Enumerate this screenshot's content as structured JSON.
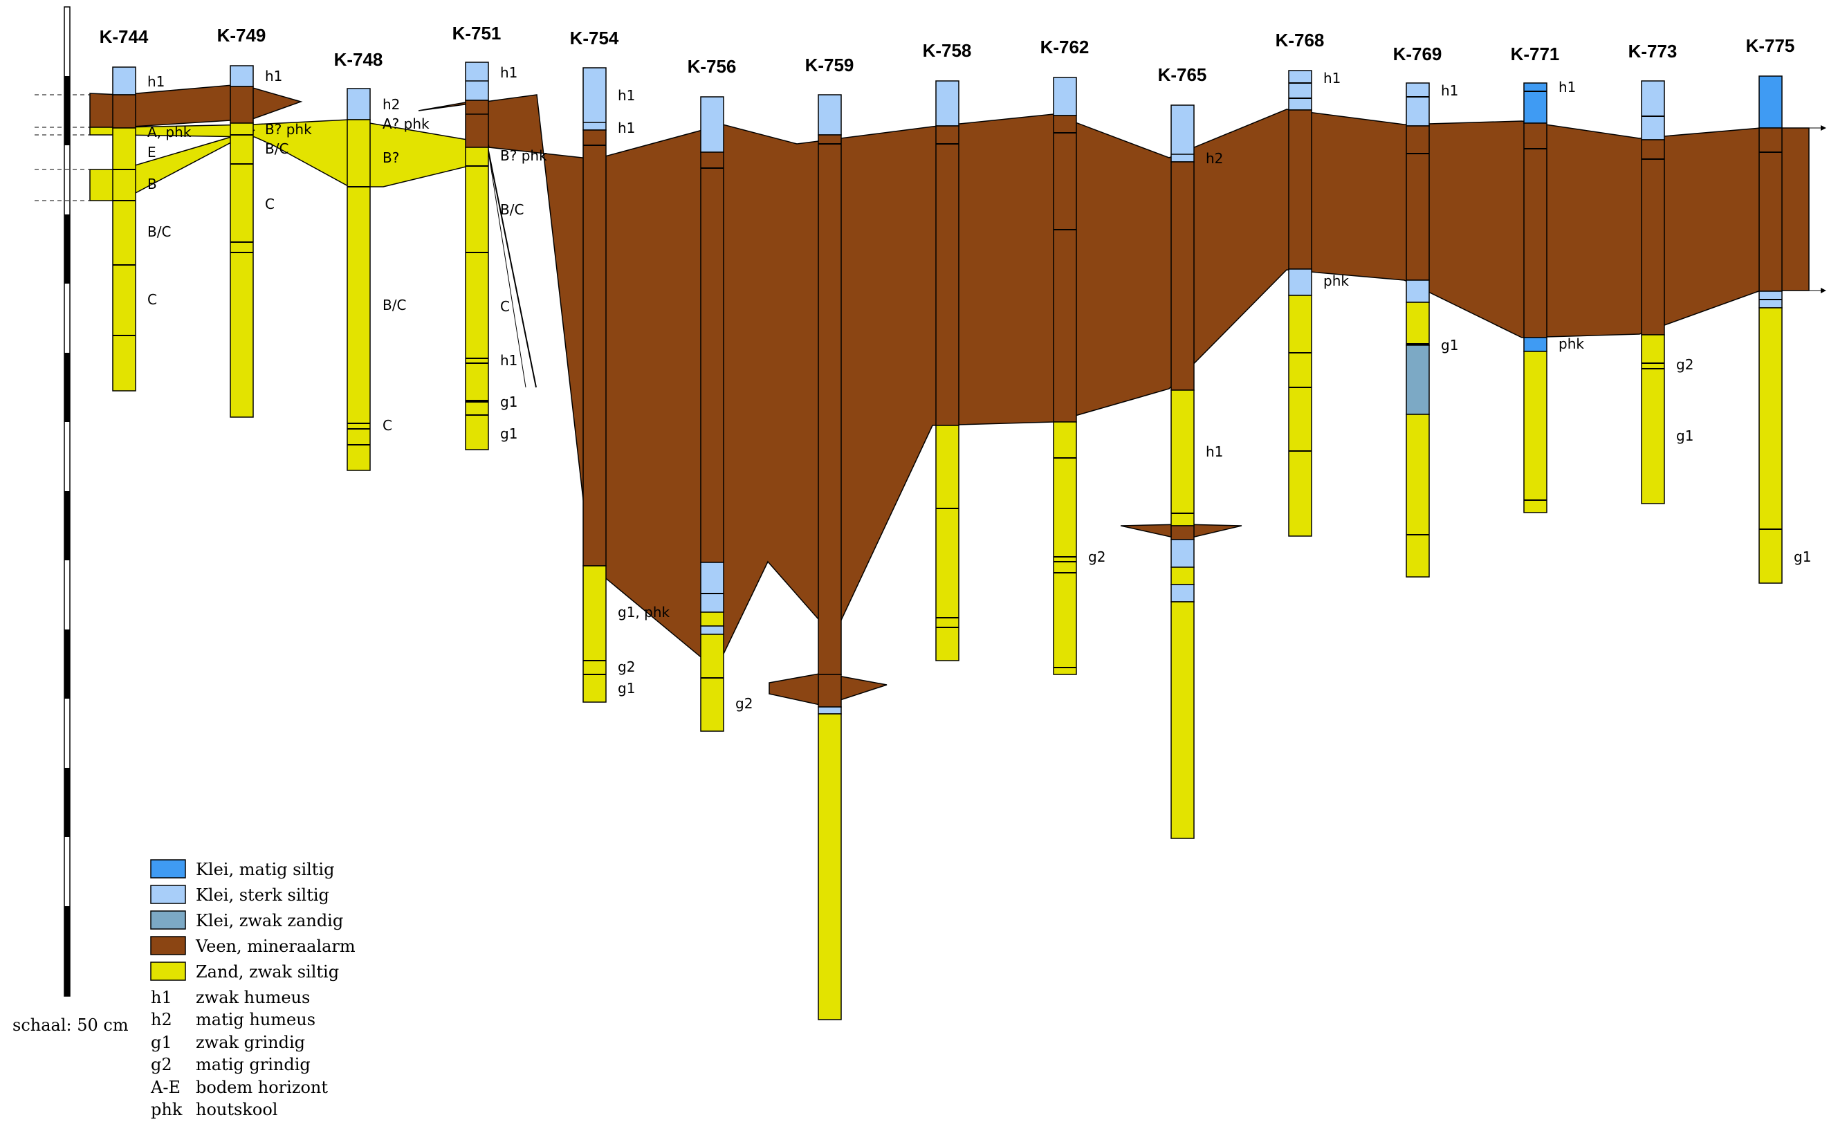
{
  "colors": {
    "klei_matig": "#3f9bf3",
    "klei_sterk": "#a8cef9",
    "klei_zwak": "#7ca9c5",
    "veen": "#8b4513",
    "zand": "#e3e300",
    "line": "#000000"
  },
  "boreholes": [
    {
      "name": "K-744"
    },
    {
      "name": "K-749"
    },
    {
      "name": "K-748"
    },
    {
      "name": "K-751"
    },
    {
      "name": "K-754"
    },
    {
      "name": "K-756"
    },
    {
      "name": "K-759"
    },
    {
      "name": "K-758"
    },
    {
      "name": "K-762"
    },
    {
      "name": "K-765"
    },
    {
      "name": "K-768"
    },
    {
      "name": "K-769"
    },
    {
      "name": "K-771"
    },
    {
      "name": "K-773"
    },
    {
      "name": "K-775"
    }
  ],
  "annotations": [
    "h1",
    "A, phk",
    "E",
    "B",
    "B/C",
    "C",
    "h1",
    "B? phk",
    "B/C",
    "C",
    "h2",
    "A? phk",
    "B?",
    "B/C",
    "C",
    "h1",
    "B? phk",
    "B/C",
    "C",
    "h1",
    "g1",
    "g1",
    "h1",
    "h1",
    "g1, phk",
    "g2",
    "g1",
    "g2",
    "g2",
    "h2",
    "h1",
    "h1",
    "phk",
    "h1",
    "g1",
    "h1",
    "phk",
    "g2",
    "g1",
    "g1"
  ],
  "scale": {
    "label": "schaal: 50 cm"
  },
  "legend": {
    "materials": [
      {
        "label": "Klei, matig siltig",
        "color": "#3f9bf3"
      },
      {
        "label": "Klei, sterk siltig",
        "color": "#a8cef9"
      },
      {
        "label": "Klei, zwak zandig",
        "color": "#7ca9c5"
      },
      {
        "label": "Veen, mineraalarm",
        "color": "#8b4513"
      },
      {
        "label": "Zand, zwak siltig",
        "color": "#e3e300"
      }
    ],
    "codes": [
      {
        "code": "h1",
        "desc": "zwak humeus"
      },
      {
        "code": "h2",
        "desc": "matig humeus"
      },
      {
        "code": "g1",
        "desc": "zwak grindig"
      },
      {
        "code": "g2",
        "desc": "matig grindig"
      },
      {
        "code": "A-E",
        "desc": "bodem horizont"
      },
      {
        "code": "phk",
        "desc": "houtskool"
      }
    ]
  }
}
